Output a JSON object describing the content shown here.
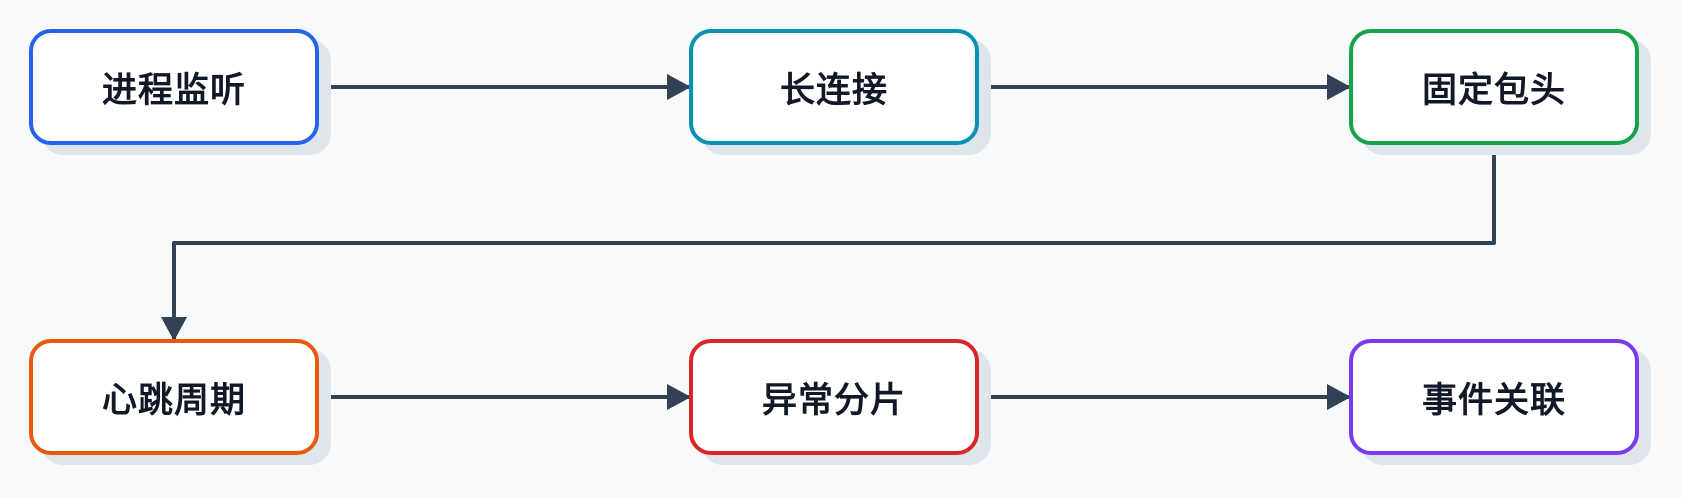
{
  "nodes": [
    {
      "id": "n1",
      "label": "进程监听",
      "color": "#2563eb"
    },
    {
      "id": "n2",
      "label": "长连接",
      "color": "#0891b2"
    },
    {
      "id": "n3",
      "label": "固定包头",
      "color": "#16a34a"
    },
    {
      "id": "n4",
      "label": "心跳周期",
      "color": "#ea580c"
    },
    {
      "id": "n5",
      "label": "异常分片",
      "color": "#dc2626"
    },
    {
      "id": "n6",
      "label": "事件关联",
      "color": "#7c3aed"
    }
  ],
  "edges": [
    {
      "from": "n1",
      "to": "n2"
    },
    {
      "from": "n2",
      "to": "n3"
    },
    {
      "from": "n3",
      "to": "n4"
    },
    {
      "from": "n4",
      "to": "n5"
    },
    {
      "from": "n5",
      "to": "n6"
    }
  ],
  "colors": {
    "edge": "#334155",
    "background": "#f7f9fb"
  }
}
